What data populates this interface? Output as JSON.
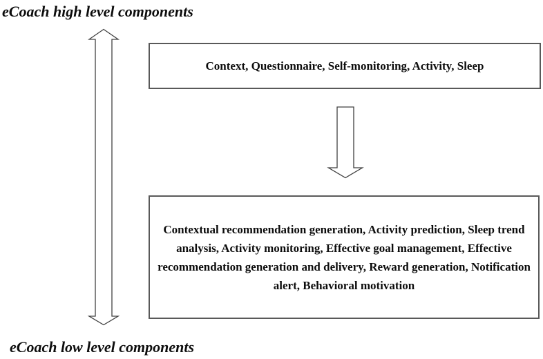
{
  "diagram": {
    "title_top": "eCoach high level components",
    "title_bottom": "eCoach low level components",
    "boxes": [
      {
        "id": "high-level-components",
        "text": "Context, Questionnaire, Self-monitoring, Activity, Sleep"
      },
      {
        "id": "low-level-components",
        "text": "Contextual recommendation generation, Activity prediction, Sleep trend analysis, Activity monitoring, Effective goal management, Effective recommendation generation and delivery, Reward generation, Notification alert, Behavioral motivation"
      }
    ],
    "icons": [
      {
        "name": "vertical-double-arrow-icon"
      },
      {
        "name": "down-arrow-icon"
      }
    ],
    "colors": {
      "background": "#ffffff",
      "box_border": "#595959",
      "arrow_outline": "#404040",
      "text": "#0d0d0d"
    }
  }
}
